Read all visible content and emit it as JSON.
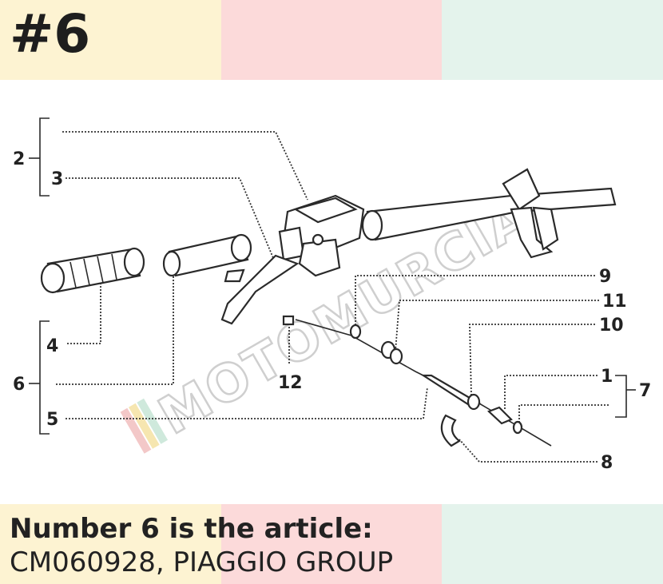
{
  "header": {
    "number": "#6"
  },
  "bands": {
    "colors": [
      "#fdf3d2",
      "#fcdada",
      "#e4f3ec"
    ]
  },
  "diagram": {
    "labels": {
      "l1": "1",
      "l2": "2",
      "l3": "3",
      "l4": "4",
      "l5": "5",
      "l6": "6",
      "l7": "7",
      "l8": "8",
      "l9": "9",
      "l10": "10",
      "l11": "11",
      "l12": "12"
    },
    "watermark": "MOTOMURCIA"
  },
  "caption": {
    "line1": "Number 6 is the article:",
    "line2": "CM060928, PIAGGIO GROUP"
  }
}
